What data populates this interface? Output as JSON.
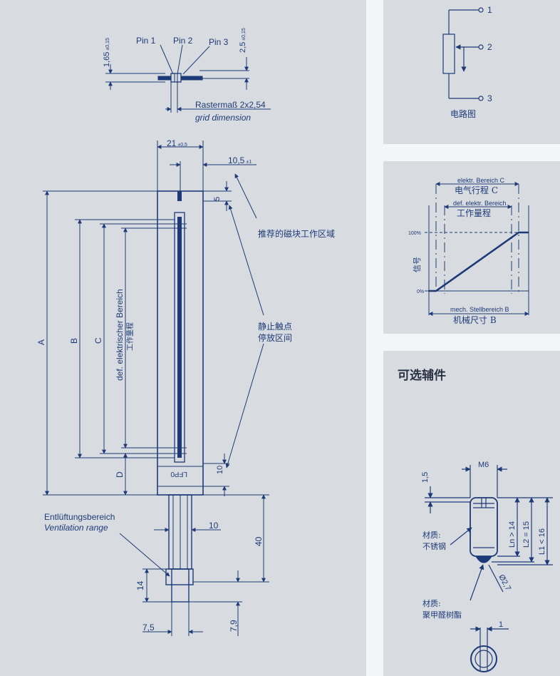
{
  "top_pins": {
    "pin1": "Pin 1",
    "pin2": "Pin 2",
    "pin3": "Pin 3",
    "dim_left": "1,65",
    "dim_left_tol": "±0,15",
    "dim_right": "2,5",
    "dim_right_tol": "±0,15",
    "raster_de": "Rastermaß 2x2,54",
    "raster_en": "grid dimension"
  },
  "main_drawing": {
    "width_dim": "21",
    "width_tol": "±0,5",
    "offset_dim": "10,5",
    "offset_tol": "±1",
    "dim_5": "5",
    "dim_A": "A",
    "dim_B": "B",
    "dim_C": "C",
    "dim_D": "D",
    "dim_10_lfp": "10",
    "range_de": "def. elektrischer Bereich",
    "range_cn": "工作量程",
    "magnet_note": "推荐的磁块工作区域",
    "rest_note_1": "静止触点",
    "rest_note_2": "停放区间",
    "lfp_label": "LFP",
    "zero_label": "0",
    "vent_de": "Entlüftungsbereich",
    "vent_en": "Ventilation range",
    "dim_10": "10",
    "dim_40": "40",
    "dim_14": "14",
    "dim_7_5": "7,5",
    "dim_7_9": "7,9"
  },
  "circuit": {
    "pin1": "1",
    "pin2": "2",
    "pin3": "3",
    "caption": "电路图"
  },
  "range_chart": {
    "label_c_de": "elektr. Bereich C",
    "label_c_cn": "电气行程 C",
    "label_def_de": "def. elektr. Bereich",
    "label_def_cn": "工作量程",
    "y_top": "100%",
    "y_bottom": "0%",
    "y_label": "信号",
    "label_b_de": "mech. Stellbereich B",
    "label_b_cn": "机械尺寸 B"
  },
  "accessories": {
    "title": "可选辅件",
    "m6": "M6",
    "dim_1_5": "1,5",
    "ln": "Ln > 14",
    "l2": "L2 = 15",
    "l1": "L1 < 16",
    "mat1_a": "材质:",
    "mat1_b": "不锈钢",
    "mat2_a": "材质:",
    "mat2_b": "聚甲醛树酯",
    "dia": "Ø2,7",
    "dim_1": "1"
  },
  "colors": {
    "line": "#1d3a78",
    "background": "#d8dce1",
    "gutter": "#f4f5f7"
  }
}
